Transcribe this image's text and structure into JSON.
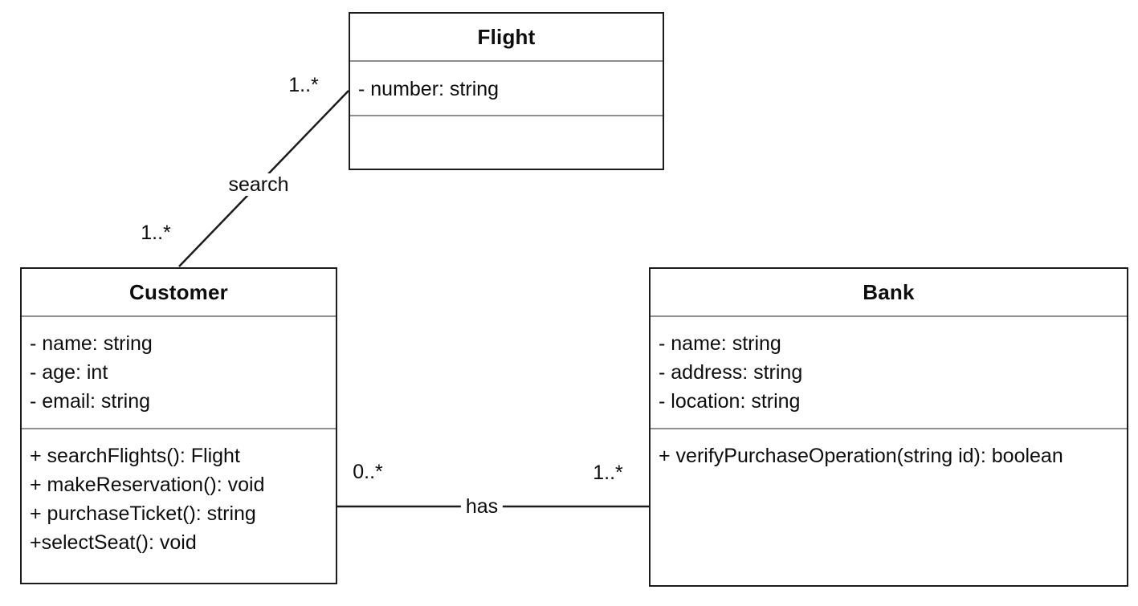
{
  "classes": {
    "flight": {
      "name": "Flight",
      "attributes": [
        "- number: string"
      ],
      "methods": []
    },
    "customer": {
      "name": "Customer",
      "attributes": [
        "- name: string",
        "- age: int",
        "- email: string"
      ],
      "methods": [
        "+ searchFlights(): Flight",
        "+ makeReservation(): void",
        "+ purchaseTicket(): string",
        "+selectSeat(): void"
      ]
    },
    "bank": {
      "name": "Bank",
      "attributes": [
        "- name: string",
        "- address: string",
        "- location: string"
      ],
      "methods": [
        "+ verifyPurchaseOperation(string id): boolean"
      ]
    }
  },
  "associations": {
    "search": {
      "label": "search",
      "from": "Customer",
      "to": "Flight",
      "customer_end_multiplicity": "1..*",
      "flight_end_multiplicity": "1..*"
    },
    "has": {
      "label": "has",
      "from": "Customer",
      "to": "Bank",
      "customer_end_multiplicity": "0..*",
      "bank_end_multiplicity": "1..*"
    }
  },
  "colors": {
    "background": "#ffffff",
    "box_border": "#1c1c1c",
    "compartment_divider": "#8f8f8f",
    "text": "#0d0d0d"
  }
}
